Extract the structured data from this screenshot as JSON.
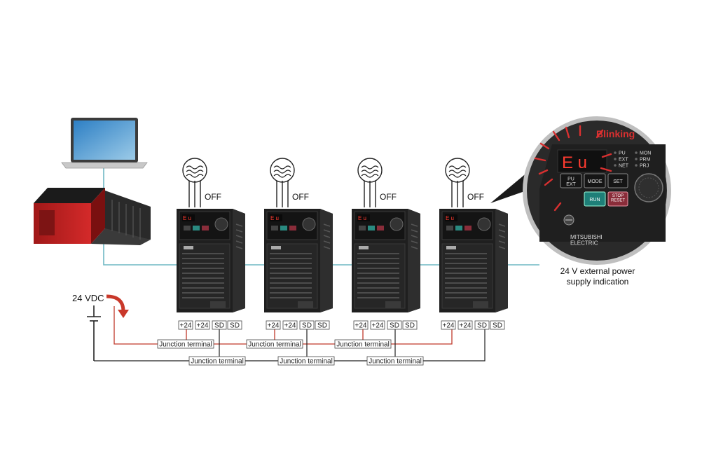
{
  "motor_state": "OFF",
  "terminal_labels": [
    "+24",
    "+24",
    "SD",
    "SD"
  ],
  "junction_label": "Junction terminal",
  "supply_label": "24 VDC",
  "callout": {
    "blink_label": "Blinking",
    "display_text": "E u",
    "keys": {
      "pu_ext": "PU\nEXT",
      "mode": "MODE",
      "set": "SET",
      "run": "RUN",
      "stop_reset": "STOP\nRESET"
    },
    "leds": [
      "PU",
      "EXT",
      "NET",
      "MON",
      "PRM",
      "PRJ"
    ],
    "brand": "MITSUBISHI\nELECTRIC"
  },
  "caption_lines": [
    "24 V external power",
    "supply indication"
  ],
  "colors": {
    "network_line": "#6fb8c4",
    "red_wire": "#c0392b",
    "black_wire": "#222222",
    "inverter_body": "#262626",
    "callout_red": "#d93030",
    "arrow_red": "#c9382a"
  }
}
